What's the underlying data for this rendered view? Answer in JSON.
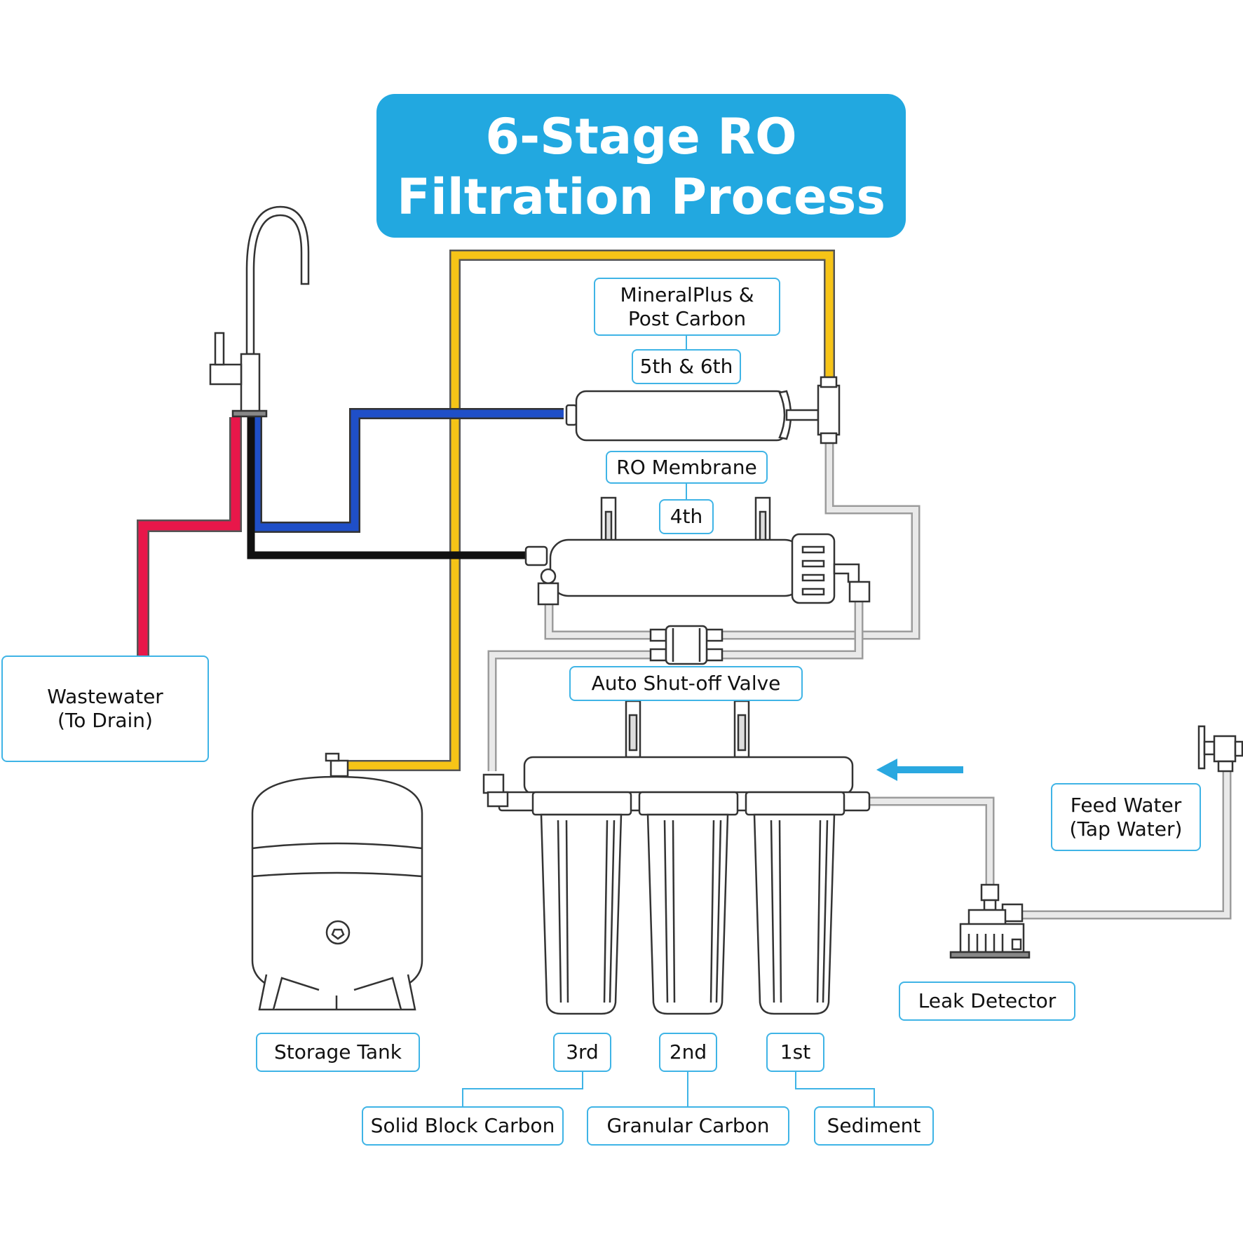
{
  "title": {
    "line1": "6-Stage RO",
    "line2": "Filtration Process"
  },
  "labels": {
    "mineral": {
      "line1": "MineralPlus &",
      "line2": "Post Carbon"
    },
    "stage56": "5th & 6th",
    "ro_membrane": "RO Membrane",
    "stage4": "4th",
    "auto_valve": "Auto Shut-off Valve",
    "wastewater": {
      "line1": "Wastewater",
      "line2": "(To Drain)"
    },
    "feed_water": {
      "line1": "Feed Water",
      "line2": "(Tap Water)"
    },
    "leak_detector": "Leak Detector",
    "storage_tank": "Storage Tank",
    "stage3": "3rd",
    "stage2": "2nd",
    "stage1": "1st",
    "solid_block": "Solid Block Carbon",
    "granular": "Granular Carbon",
    "sediment": "Sediment"
  },
  "colors": {
    "accent": "#22a8e0",
    "label_border": "#3fb4e6",
    "line_yellow": "#f6c417",
    "line_blue": "#1f4fc8",
    "line_red": "#e8174a",
    "line_black": "#111111",
    "line_grey": "#c9c9c9",
    "flow_arrow": "#2aa8e0"
  }
}
